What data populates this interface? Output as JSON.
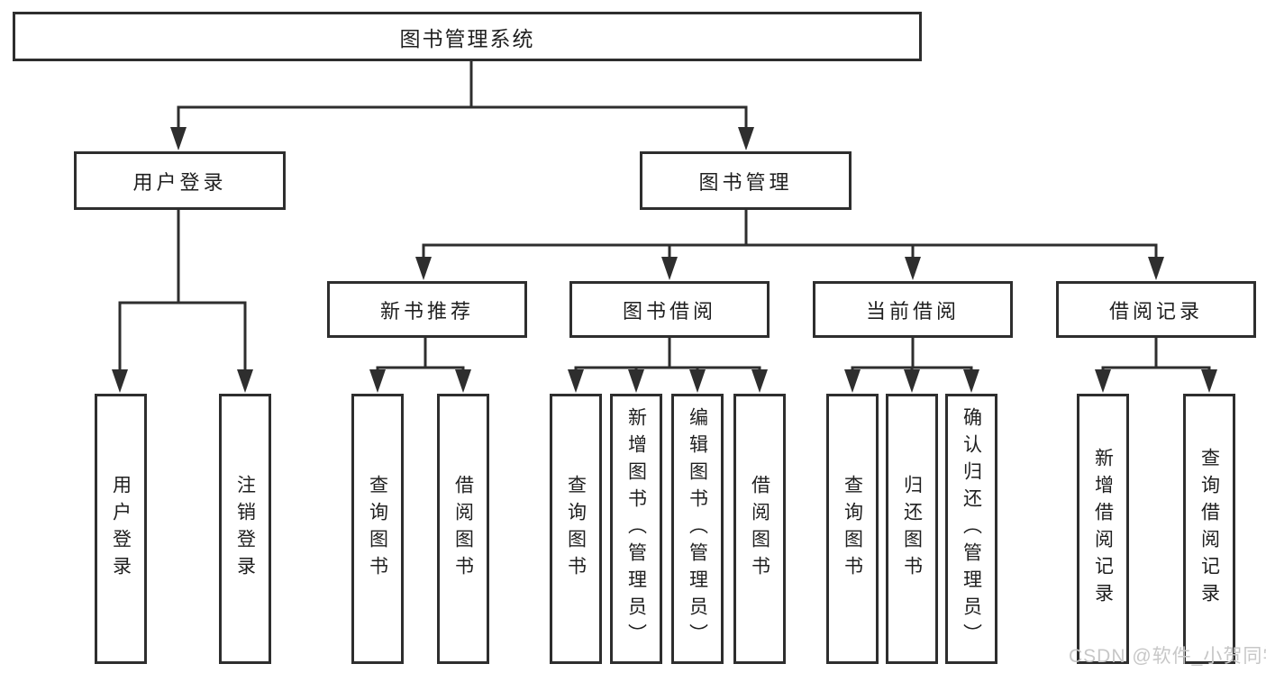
{
  "tree": {
    "root": "图书管理系统",
    "branches": [
      {
        "label": "用户登录",
        "children": [
          "用户登录",
          "注销登录"
        ]
      },
      {
        "label": "图书管理",
        "children": [
          {
            "label": "新书推荐",
            "children": [
              "查询图书",
              "借阅图书"
            ]
          },
          {
            "label": "图书借阅",
            "children": [
              "查询图书",
              "新增图书（管理员）",
              "编辑图书（管理员）",
              "借阅图书"
            ]
          },
          {
            "label": "当前借阅",
            "children": [
              "查询图书",
              "归还图书",
              "确认归还（管理员）"
            ]
          },
          {
            "label": "借阅记录",
            "children": [
              "新增借阅记录",
              "查询借阅记录"
            ]
          }
        ]
      }
    ]
  },
  "watermark": "CSDN @软件_小贺同学",
  "colors": {
    "line": "#2e2e2e",
    "box_border": "#2e2e2e",
    "box_background": "#ffffff",
    "text": "#1f1f1f",
    "watermark_text": "#c7c7c7"
  }
}
